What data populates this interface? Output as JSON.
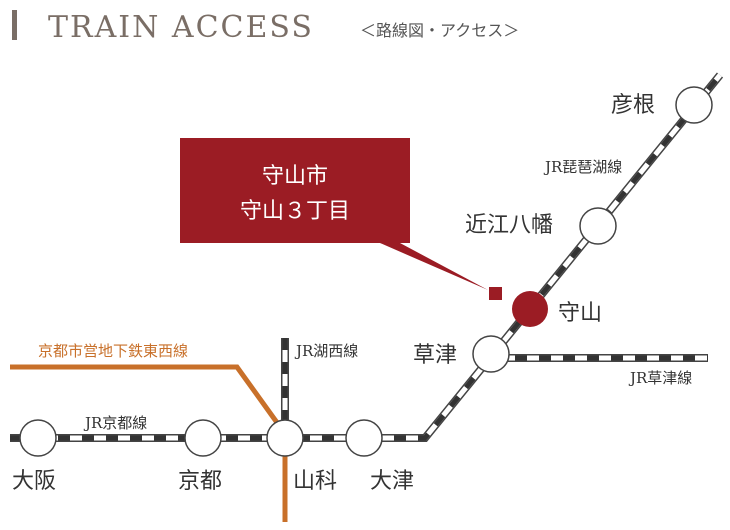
{
  "header": {
    "title": "TRAIN ACCESS",
    "subtitle": "＜路線図・アクセス＞"
  },
  "callout": {
    "line1": "守山市",
    "line2": "守山３丁目"
  },
  "lines": {
    "biwako": "JR琵琶湖線",
    "kyoto": "JR京都線",
    "kosei": "JR湖西線",
    "kusatsu": "JR草津線",
    "tozai": "京都市営地下鉄東西線"
  },
  "stations": {
    "hikone": "彦根",
    "omihachiman": "近江八幡",
    "moriyama": "守山",
    "kusatsu": "草津",
    "otsu": "大津",
    "yamashina": "山科",
    "kyoto": "京都",
    "osaka": "大阪"
  },
  "colors": {
    "accent": "#9b1c24",
    "tozai": "#c8702a",
    "title": "#7a6e66"
  }
}
